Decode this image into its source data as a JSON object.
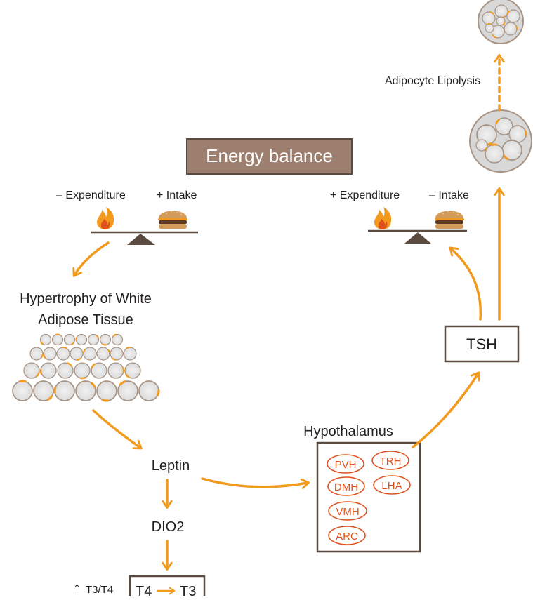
{
  "title": "Energy balance",
  "left_scale": {
    "left_label": "– Expenditure",
    "right_label": "+ Intake"
  },
  "right_scale": {
    "left_label": "+ Expenditure",
    "right_label": "– Intake"
  },
  "wat_label_line1": "Hypertrophy of White",
  "wat_label_line2": "Adipose Tissue",
  "leptin": "Leptin",
  "dio2": "DIO2",
  "t3t4_label": "T3/T4",
  "t3t4_arrow": "↑",
  "conversion": {
    "from": "T4",
    "to": "T3"
  },
  "hypothalamus": {
    "title": "Hypothalamus",
    "nuclei": [
      "PVH",
      "TRH",
      "DMH",
      "LHA",
      "VMH",
      "ARC"
    ]
  },
  "tsh": "TSH",
  "lipolysis": "Adipocyte Lipolysis",
  "colors": {
    "arrow": "#f29a1e",
    "title_box": "#9c7f6f",
    "box_border": "#5a4a40",
    "nucleus": "#e0501b",
    "cell_fill": "#e7e6e6",
    "cell_border": "#a79485",
    "fulcrum": "#5b4a3f"
  }
}
